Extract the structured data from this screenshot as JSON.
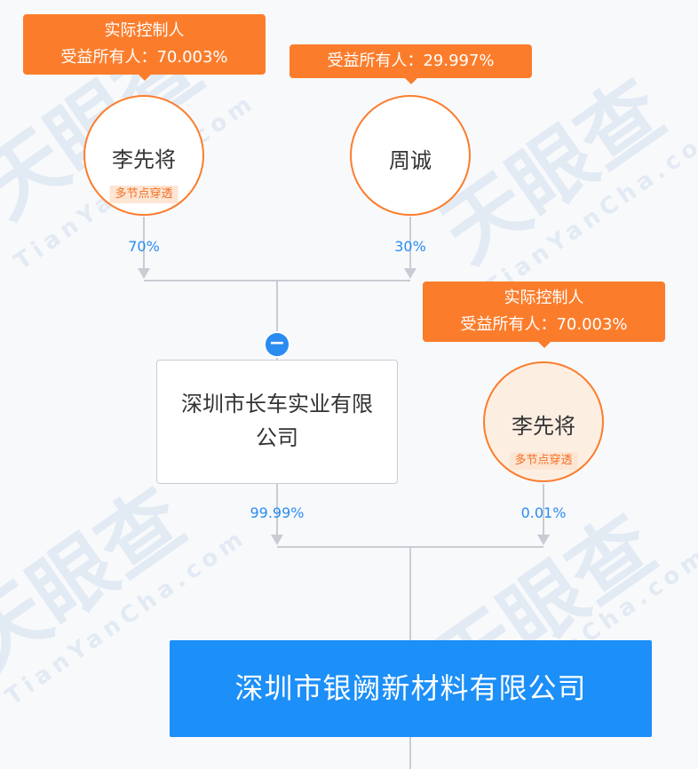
{
  "watermark": {
    "cn": "天眼查",
    "en": "TianYanCha.com"
  },
  "top_left_holder": {
    "tag_line1": "实际控制人",
    "tag_line2": "受益所有人：70.003%",
    "name": "李先将",
    "badge": "多节点穿透",
    "percent": "70%"
  },
  "top_right_holder": {
    "tag_line1": "受益所有人：29.997%",
    "name": "周诚",
    "percent": "30%"
  },
  "middle_company": {
    "name": "深圳市长车实业有限公司",
    "percent": "99.99%",
    "collapse_symbol": "−"
  },
  "right_holder": {
    "tag_line1": "实际控制人",
    "tag_line2": "受益所有人：70.003%",
    "name": "李先将",
    "badge": "多节点穿透",
    "percent": "0.01%"
  },
  "target_company": {
    "name": "深圳市银阙新材料有限公司"
  },
  "colors": {
    "accent_orange": "#fb7d2c",
    "accent_blue": "#1c8ff8",
    "line": "#c8ccd4"
  }
}
